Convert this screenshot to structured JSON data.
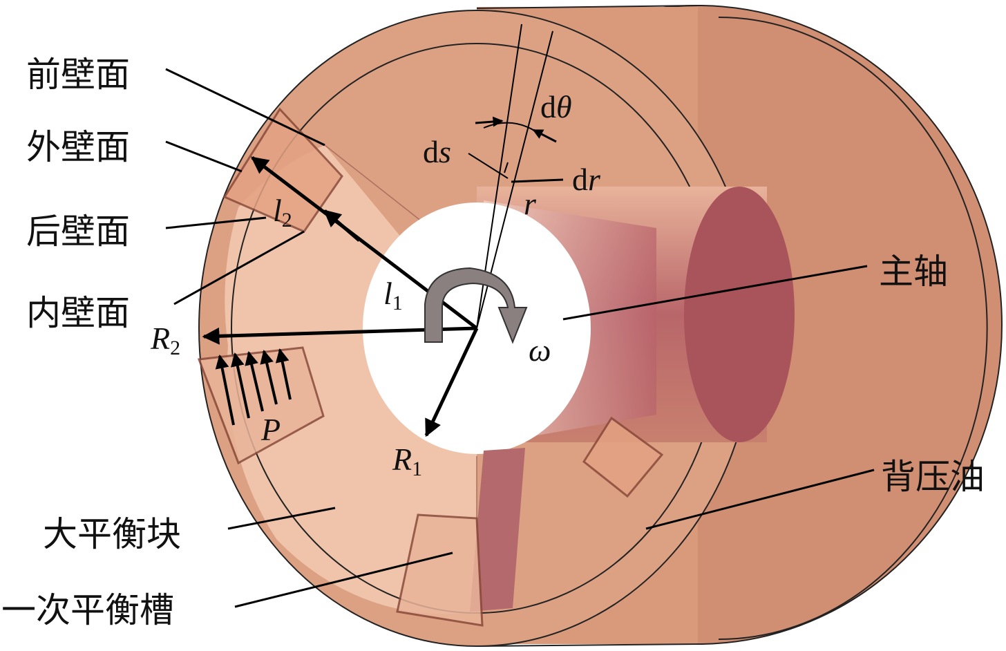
{
  "labels": {
    "front_wall": "前壁面",
    "outer_wall": "外壁面",
    "rear_wall": "后壁面",
    "inner_wall": "内壁面",
    "spindle": "主轴",
    "back_pressure_oil": "背压油",
    "large_balance_block": "大平衡块",
    "primary_balance_groove": "一次平衡槽"
  },
  "symbols": {
    "dtheta_d": "d",
    "dtheta_theta": "θ",
    "ds_d": "d",
    "ds_s": "s",
    "dr_d": "d",
    "dr_r": "r",
    "r": "r",
    "l2": "l",
    "l2_sub": "2",
    "l1": "l",
    "l1_sub": "1",
    "R2": "R",
    "R2_sub": "2",
    "R1": "R",
    "R1_sub": "1",
    "P": "P",
    "omega": "ω"
  },
  "colors": {
    "body": "#d99a7c",
    "block": "#efc4ab",
    "shaft_light": "#f2cdbf",
    "shaft_dark": "#a9545a"
  }
}
